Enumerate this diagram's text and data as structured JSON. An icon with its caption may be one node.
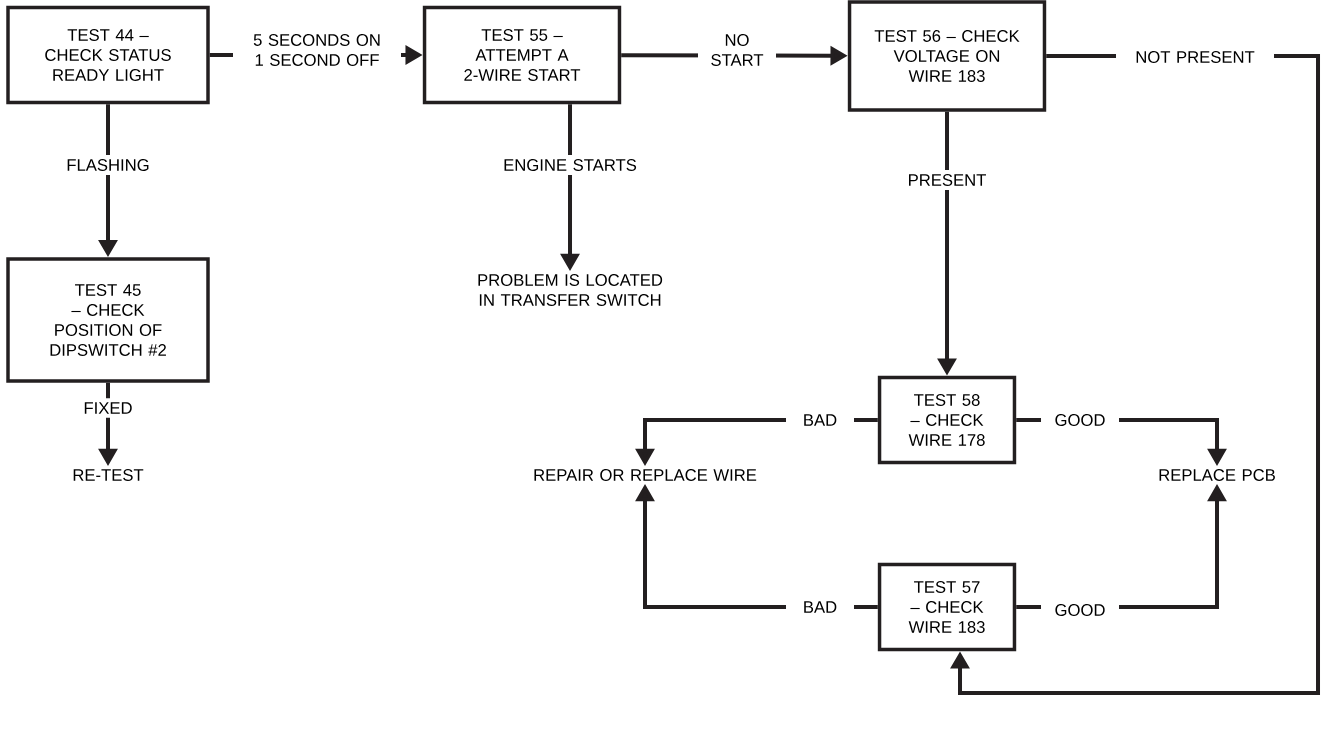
{
  "diagram": {
    "nodes": [
      {
        "text": [
          "TEST 44 – CHECK STATUS READY LIGHT"
        ]
      },
      {
        "text": [
          "TEST 55 – ATTEMPT A 2-WIRE START"
        ]
      },
      {
        "text": [
          "TEST 56 – CHECK VOLTAGE ON WIRE 183"
        ]
      },
      {
        "text": [
          "TEST 45 – CHECK POSITION OF DIPSWITCH #2"
        ]
      },
      {
        "text": [
          "RE-TEST"
        ]
      },
      {
        "text": [
          "PROBLEM IS LOCATED IN TRANSFER SWITCH"
        ]
      },
      {
        "text": [
          "TEST 58 – CHECK WIRE 178"
        ]
      },
      {
        "text": [
          "TEST 57 – CHECK WIRE 183"
        ]
      },
      {
        "text": [
          "REPAIR OR REPLACE WIRE"
        ]
      },
      {
        "text": [
          "REPLACE PCB"
        ]
      }
    ],
    "edges": [
      {
        "from": 0,
        "to": 1,
        "arrow": "to",
        "label": "5 SECONDS ON 1 SECOND OFF"
      },
      {
        "from": 1,
        "to": 2,
        "arrow": "to",
        "label": "NO START"
      },
      {
        "from": 0,
        "to": 3,
        "arrow": "to",
        "label": "FLASHING"
      },
      {
        "from": 3,
        "to": 4,
        "arrow": "to",
        "label": "FIXED"
      },
      {
        "from": 1,
        "to": 5,
        "arrow": "to",
        "label": "ENGINE STARTS"
      },
      {
        "from": 2,
        "to": 6,
        "arrow": "to",
        "label": "PRESENT"
      },
      {
        "from": 2,
        "to": 7,
        "arrow": "to",
        "label": "NOT PRESENT"
      },
      {
        "from": 6,
        "to": 8,
        "arrow": "to",
        "label": "BAD"
      },
      {
        "from": 6,
        "to": 9,
        "arrow": "to",
        "label": "GOOD"
      },
      {
        "from": 7,
        "to": 8,
        "arrow": "to",
        "label": "BAD"
      },
      {
        "from": 7,
        "to": 9,
        "arrow": "to",
        "label": "GOOD"
      }
    ]
  }
}
